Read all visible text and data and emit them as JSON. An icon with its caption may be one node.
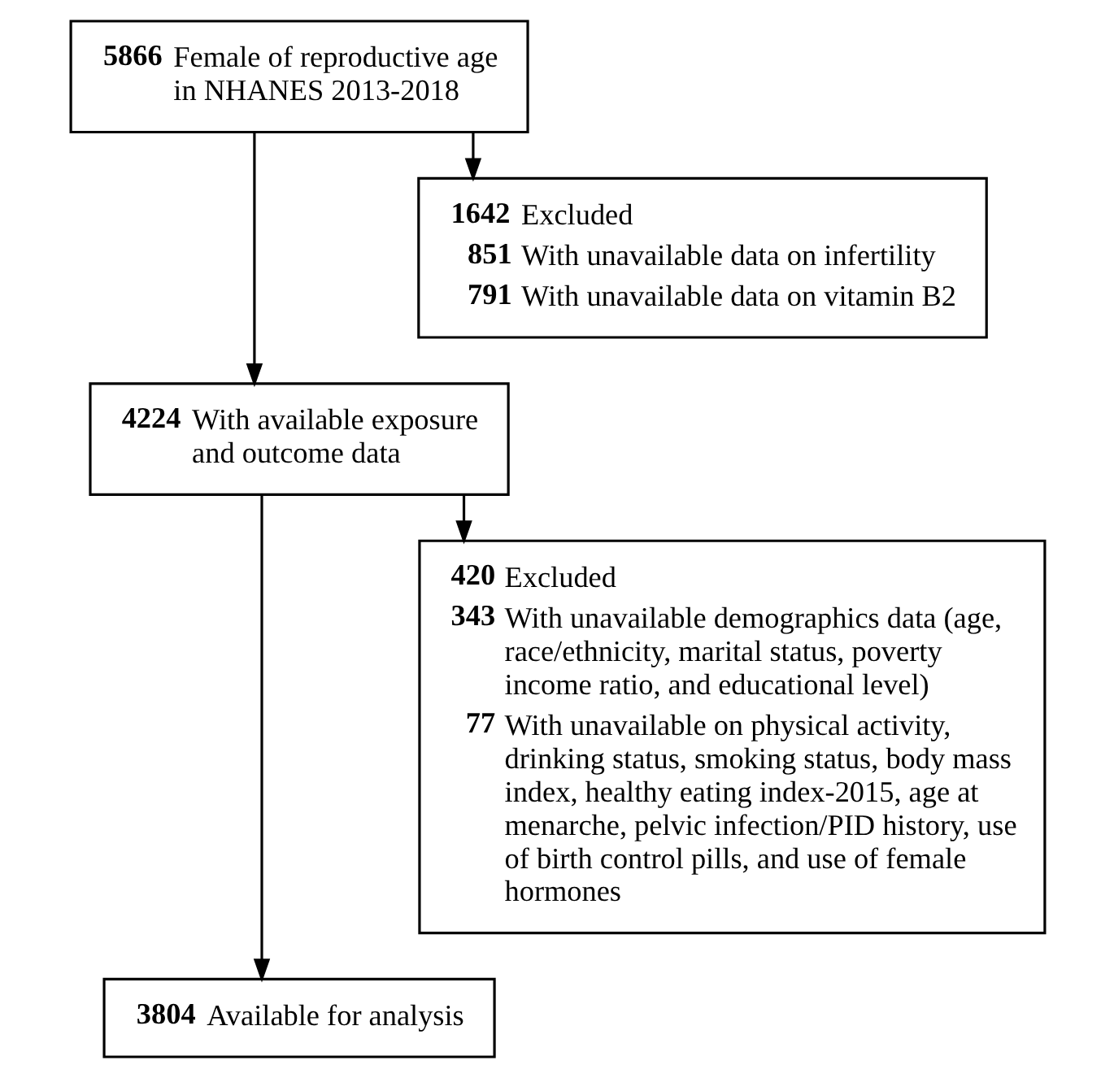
{
  "diagram": {
    "nodes": [
      {
        "text": [
          "5866",
          "Female of reproductive age in NHANES 2013-2018"
        ]
      },
      {
        "text": [
          "1642",
          "Excluded",
          "851",
          "With unavailable data on infertility",
          "791",
          "With unavailable data on vitamin B2"
        ]
      },
      {
        "text": [
          "4224",
          "With available exposure and outcome data"
        ]
      },
      {
        "text": [
          "420",
          "Excluded",
          "343",
          "With unavailable demographics data (age, race/ethnicity, marital status, poverty income ratio, and educational level)",
          "77",
          "With unavailable on physical activity, drinking status, smoking status, body mass index, healthy eating index-2015, age at menarche, pelvic infection/PID history, use of birth control pills, and use of female hormones"
        ]
      },
      {
        "text": [
          "3804",
          "Available for analysis"
        ]
      }
    ],
    "edges": [
      {
        "from": 0,
        "to": 2,
        "arrow": "to"
      },
      {
        "from": 0,
        "to": 1,
        "arrow": "to"
      },
      {
        "from": 2,
        "to": 4,
        "arrow": "to"
      },
      {
        "from": 2,
        "to": 3,
        "arrow": "to"
      }
    ]
  }
}
